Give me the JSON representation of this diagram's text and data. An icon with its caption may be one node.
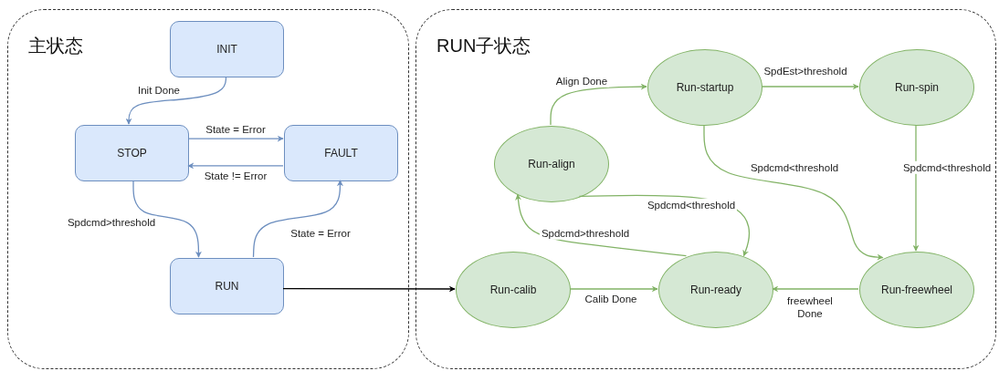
{
  "diagram": {
    "nodes": [
      {
        "text": [
          "主状态"
        ]
      },
      {
        "text": [
          "INIT"
        ],
        "in": 0
      },
      {
        "text": [
          "STOP"
        ],
        "in": 0
      },
      {
        "text": [
          "FAULT"
        ],
        "in": 0
      },
      {
        "text": [
          "RUN"
        ],
        "in": 0
      },
      {
        "text": [
          "RUN子状态"
        ]
      },
      {
        "text": [
          "Run-startup"
        ],
        "in": 5
      },
      {
        "text": [
          "Run-spin"
        ],
        "in": 5
      },
      {
        "text": [
          "Run-align"
        ],
        "in": 5
      },
      {
        "text": [
          "Run-calib"
        ],
        "in": 5
      },
      {
        "text": [
          "Run-ready"
        ],
        "in": 5
      },
      {
        "text": [
          "Run-freewheel"
        ],
        "in": 5
      }
    ],
    "edges": [
      {
        "from": 1,
        "to": 2,
        "arrow": "to",
        "label": "Init Done",
        "color": "#6c8ebf"
      },
      {
        "from": 2,
        "to": 3,
        "arrow": "to",
        "label": "State = Error",
        "color": "#6c8ebf"
      },
      {
        "from": 3,
        "to": 2,
        "arrow": "to",
        "label": "State != Error",
        "color": "#6c8ebf"
      },
      {
        "from": 2,
        "to": 4,
        "arrow": "to",
        "label": "Spdcmd>threshold",
        "color": "#6c8ebf"
      },
      {
        "from": 4,
        "to": 3,
        "arrow": "to",
        "label": "State = Error",
        "color": "#6c8ebf"
      },
      {
        "from": 4,
        "to": 9,
        "arrow": "to",
        "color": "#000000"
      },
      {
        "from": 8,
        "to": 6,
        "arrow": "to",
        "label": "Align Done"
      },
      {
        "from": 6,
        "to": 7,
        "arrow": "to",
        "label": "SpdEst>threshold"
      },
      {
        "from": 6,
        "to": 11,
        "arrow": "to",
        "label": "Spdcmd<threshold"
      },
      {
        "from": 7,
        "to": 11,
        "arrow": "to",
        "label": "Spdcmd<threshold"
      },
      {
        "from": 8,
        "to": 10,
        "arrow": "to",
        "label": "Spdcmd<threshold"
      },
      {
        "from": 10,
        "to": 8,
        "arrow": "to",
        "label": "Spdcmd>threshold"
      },
      {
        "from": 9,
        "to": 10,
        "arrow": "to",
        "label": "Calib Done"
      },
      {
        "from": 11,
        "to": 10,
        "arrow": "to",
        "label": "freewheel Done"
      }
    ]
  }
}
